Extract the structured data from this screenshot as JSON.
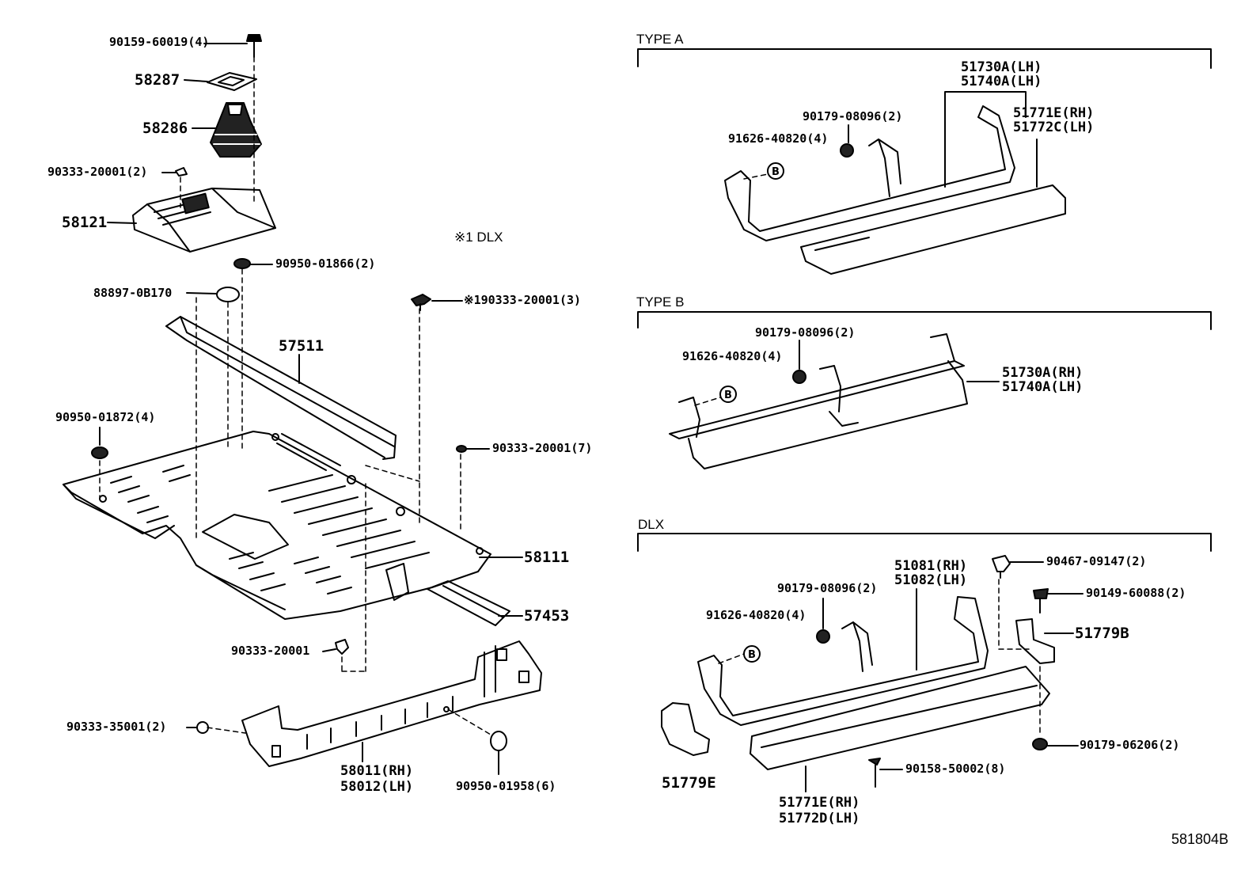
{
  "figure_id": "581804B",
  "note": "※1  DLX",
  "sections": {
    "type_a": "TYPE A",
    "type_b": "TYPE B",
    "dlx": "DLX"
  },
  "left_labels": {
    "bolt_top": "90159-60019(4)",
    "p58287": "58287",
    "p58286": "58286",
    "clip_a": "90333-20001(2)",
    "p58121": "58121",
    "grommet_a": "90950-01866(2)",
    "plug": "88897-0B170",
    "clip_note": "※190333-20001(3)",
    "p57511": "57511",
    "grommet_b": "90950-01872(4)",
    "clip_b": "90333-20001(7)",
    "p58111": "58111",
    "p57453": "57453",
    "clip_c": "90333-20001",
    "clip_d": "90333-35001(2)",
    "p58011": "58011(RH)",
    "p58012": "58012(LH)",
    "grommet_c": "90950-01958(6)"
  },
  "type_a_labels": {
    "step_rh": "51730A(LH)",
    "step_lh": "51740A(LH)",
    "nut": "90179-08096(2)",
    "bolt": "91626-40820(4)",
    "mold_rh": "51771E(RH)",
    "mold_lh": "51772C(LH)"
  },
  "type_b_labels": {
    "nut": "90179-08096(2)",
    "bolt": "91626-40820(4)",
    "step_rh": "51730A(RH)",
    "step_lh": "51740A(LH)"
  },
  "dlx_labels": {
    "step_rh": "51081(RH)",
    "step_lh": "51082(LH)",
    "clip": "90467-09147(2)",
    "nut": "90179-08096(2)",
    "screw": "90149-60088(2)",
    "bolt": "91626-40820(4)",
    "bracket_b": "51779B",
    "bracket_e": "51779E",
    "nut2": "90179-06206(2)",
    "screw2": "90158-50002(8)",
    "mold_rh": "51771E(RH)",
    "mold_lh": "51772D(LH)"
  },
  "callout_letter": "B"
}
